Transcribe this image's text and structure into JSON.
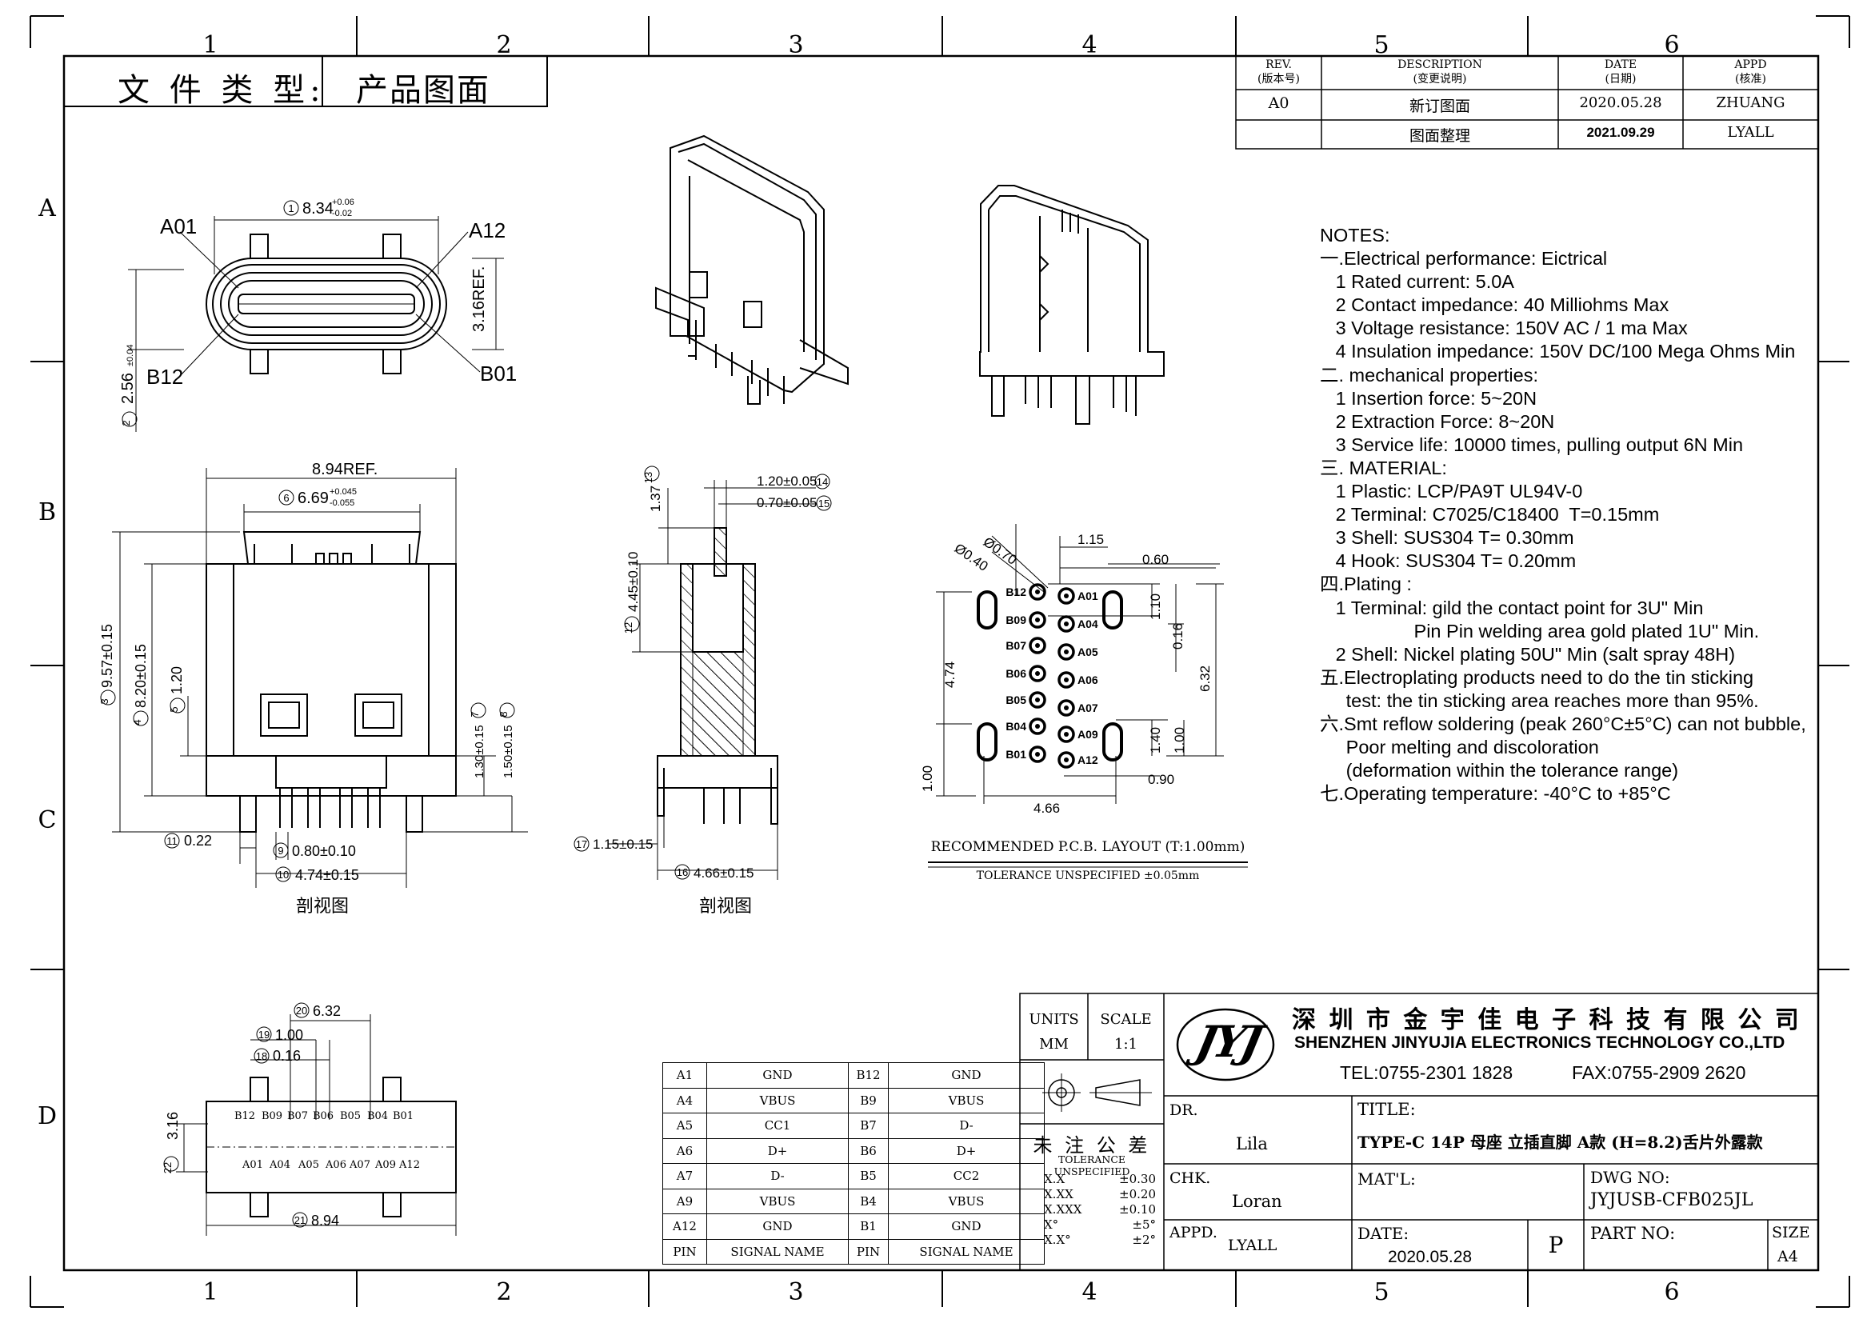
{
  "header": {
    "doc_type_label": "文 件 类 型:",
    "doc_type_value": "产品图面"
  },
  "revision_table": {
    "headers": [
      {
        "en": "REV.",
        "cn": "(版本号)"
      },
      {
        "en": "DESCRIPTION",
        "cn": "(变更说明)"
      },
      {
        "en": "DATE",
        "cn": "(日期)"
      },
      {
        "en": "APPD",
        "cn": "(核准)"
      }
    ],
    "rows": [
      {
        "rev": "A0",
        "desc": "新订图面",
        "date": "2020.05.28",
        "appd": "ZHUANG"
      },
      {
        "rev": "",
        "desc": "图面整理",
        "date": "2021.09.29",
        "appd": "LYALL"
      }
    ]
  },
  "zones": {
    "columns": [
      "1",
      "2",
      "3",
      "4",
      "5",
      "6"
    ],
    "rows": [
      "A",
      "B",
      "C",
      "D"
    ]
  },
  "top_view": {
    "dim1": "8.34",
    "dim1_tol_up": "+0.06",
    "dim1_tol_dn": "-0.02",
    "dim2": "2.56",
    "dim2_tol": "±0.04",
    "ref": "3.16REF.",
    "labels": [
      "A01",
      "A12",
      "B12",
      "B01"
    ]
  },
  "front_view": {
    "ref": "8.94REF.",
    "d6": "6.69",
    "d6_up": "+0.045",
    "d6_dn": "-0.055",
    "d3": "9.57±0.15",
    "d4": "8.20±0.15",
    "d5": "1.20",
    "d7": "1.30±0.15",
    "d8": "1.50±0.15",
    "d11": "0.22",
    "d9": "0.80±0.10",
    "d10": "4.74±0.15",
    "caption": "剖视图"
  },
  "side_view": {
    "d13": "1.37",
    "d14": "1.20±0.05",
    "d15": "0.70±0.05",
    "d12": "4.45±0.10",
    "d17": "1.15±0.15",
    "d16": "4.66±0.15",
    "caption": "剖视图"
  },
  "pcb": {
    "d_070": "Ø0.70",
    "d_040": "Ø0.40",
    "d_115": "1.15",
    "d_060": "0.60",
    "d_110": "1.10",
    "d_016": "0.16",
    "d_474": "4.74",
    "d_632": "6.32",
    "d_140": "1.40",
    "d_100a": "1.00",
    "d_100b": "1.00",
    "d_090": "0.90",
    "d_466": "4.66",
    "left_pins": [
      "B12",
      "B09",
      "B07",
      "B06",
      "B05",
      "B04",
      "B01"
    ],
    "right_pins": [
      "A01",
      "A04",
      "A05",
      "A06",
      "A07",
      "A09",
      "A12"
    ],
    "caption": "RECOMMENDED  P.C.B.  LAYOUT (T:1.00mm)",
    "tolerance": "TOLERANCE UNSPECIFIED ±0.05mm"
  },
  "notes": [
    "NOTES:",
    "一.Electrical performance: Eictrical",
    "   1 Rated current: 5.0A",
    "   2 Contact impedance: 40 Milliohms Max",
    "   3 Voltage resistance: 150V AC / 1 ma Max",
    "   4 Insulation impedance: 150V DC/100 Mega Ohms Min",
    "二. mechanical properties:",
    "   1 Insertion force: 5~20N",
    "   2 Extraction Force: 8~20N",
    "   3 Service life: 10000 times, pulling output 6N Min",
    "三. MATERIAL:",
    "   1 Plastic: LCP/PA9T UL94V-0",
    "   2 Terminal: C7025/C18400  T=0.15mm",
    "   3 Shell: SUS304 T= 0.30mm",
    "   4 Hook: SUS304 T= 0.20mm",
    "四.Plating :",
    "   1 Terminal: gild the contact point for 3U\" Min",
    "                  Pin Pin welding area gold plated 1U\" Min.",
    "   2 Shell: Nickel plating 50U\" Min (salt spray 48H)",
    "五.Electroplating products need to do the tin sticking",
    "     test: the tin sticking area reaches more than 95%.",
    "六.Smt reflow soldering (peak 260°C±5°C) can not bubble,",
    "     Poor melting and discoloration",
    "     (deformation within the tolerance range)",
    "七.Operating temperature: -40°C to +85°C"
  ],
  "bottom_view": {
    "d20": "6.32",
    "d19": "1.00",
    "d18": "0.16",
    "d22": "3.16",
    "d21": "8.94",
    "top_pins": [
      "B12",
      "B09",
      "B07",
      "B06",
      "B05",
      "B04",
      "B01"
    ],
    "bottom_pins": [
      "A01",
      "A04",
      "A05",
      "A06",
      "A07",
      "A09",
      "A12"
    ]
  },
  "signal_table": {
    "rows": [
      [
        "A1",
        "GND",
        "B12",
        "GND"
      ],
      [
        "A4",
        "VBUS",
        "B9",
        "VBUS"
      ],
      [
        "A5",
        "CC1",
        "B7",
        "D-"
      ],
      [
        "A6",
        "D+",
        "B6",
        "D+"
      ],
      [
        "A7",
        "D-",
        "B5",
        "CC2"
      ],
      [
        "A9",
        "VBUS",
        "B4",
        "VBUS"
      ],
      [
        "A12",
        "GND",
        "B1",
        "GND"
      ],
      [
        "PIN",
        "SIGNAL NAME",
        "PIN",
        "SIGNAL NAME"
      ]
    ]
  },
  "title_block": {
    "units_label": "UNITS",
    "units": "MM",
    "scale_label": "SCALE",
    "scale": "1:1",
    "tol_title": "未 注 公 差",
    "tol_sub": "TOLERANCE UNSPECIFIED",
    "tol_rows": [
      [
        "X.X",
        "±0.30"
      ],
      [
        "X.XX",
        "±0.20"
      ],
      [
        "X.XXX",
        "±0.10"
      ],
      [
        "X°",
        "±5°"
      ],
      [
        "X.X°",
        "±2°"
      ]
    ],
    "company_cn": "深 圳 市 金 宇 佳 电 子 科 技 有 限 公 司",
    "company_en": "SHENZHEN JINYUJIA ELECTRONICS TECHNOLOGY  CO.,LTD",
    "tel": "TEL:0755-2301 1828",
    "fax": "FAX:0755-2909 2620",
    "dr_label": "DR.",
    "dr": "Lila",
    "chk_label": "CHK.",
    "chk": "Loran",
    "appd_label": "APPD.",
    "appd": "LYALL",
    "title_label": "TITLE:",
    "title": "TYPE-C 14P 母座 立插直脚 A款 (H=8.2)舌片外露款",
    "matl_label": "MAT'L:",
    "dwg_label": "DWG NO:",
    "dwg": "JYJUSB-CFB025JL",
    "date_label": "DATE:",
    "date": "2020.05.28",
    "p": "P",
    "part_label": "PART  NO:",
    "size_label": "SIZE",
    "size": "A4",
    "logo": "JYJ"
  }
}
